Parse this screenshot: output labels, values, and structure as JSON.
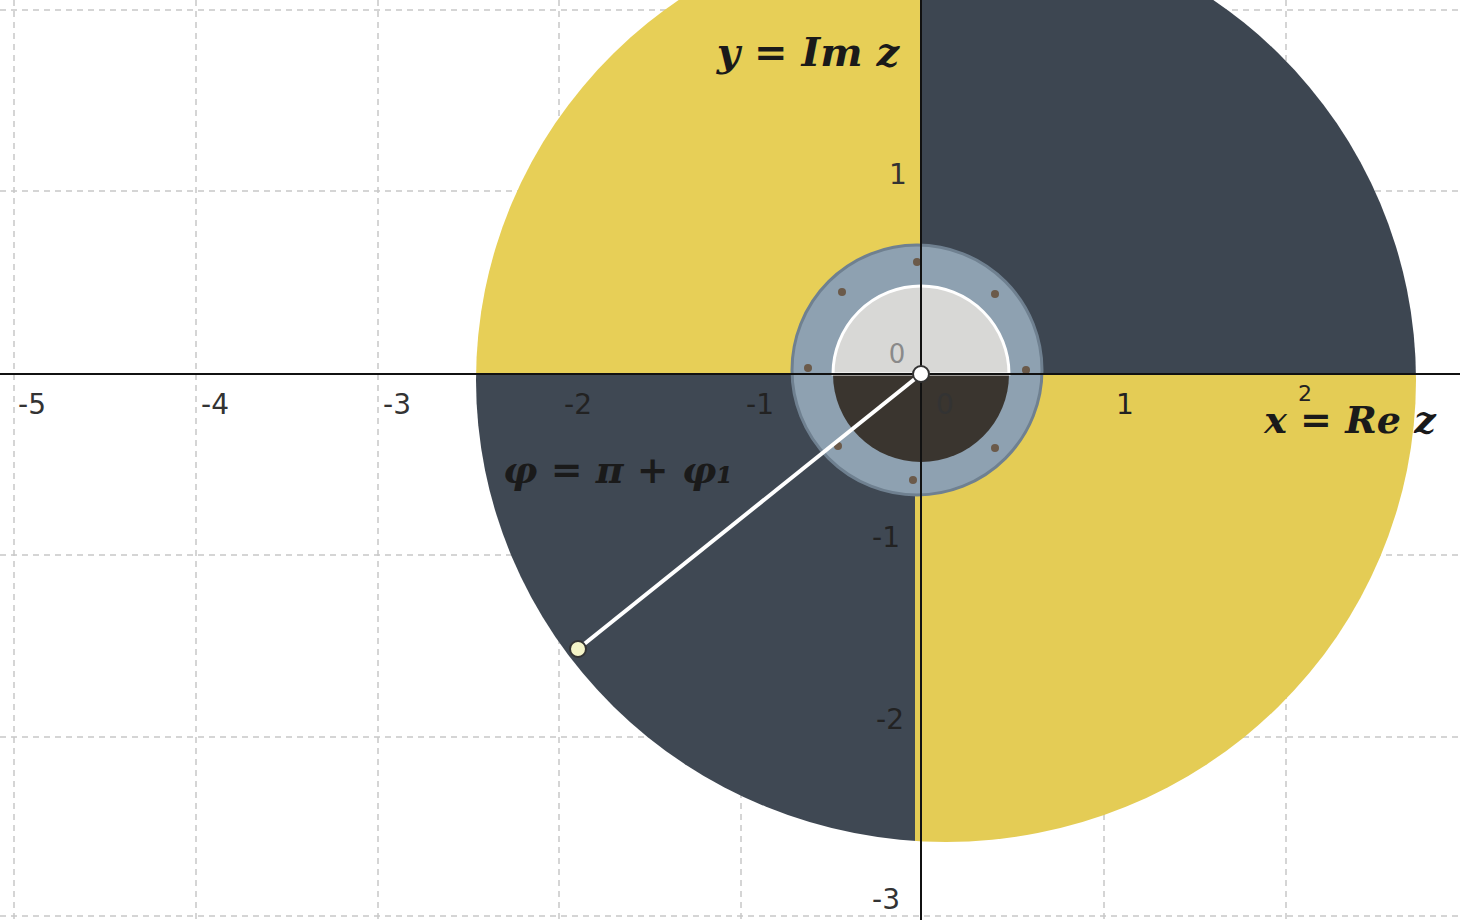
{
  "diagram": {
    "labels": [
      "y = Im z",
      "1",
      "0",
      "-5",
      "-4",
      "-3",
      "-2",
      "-1",
      "0",
      "1",
      "2",
      "x = Re z",
      "φ = π + φ₁",
      "-1",
      "-2",
      "-3"
    ]
  }
}
